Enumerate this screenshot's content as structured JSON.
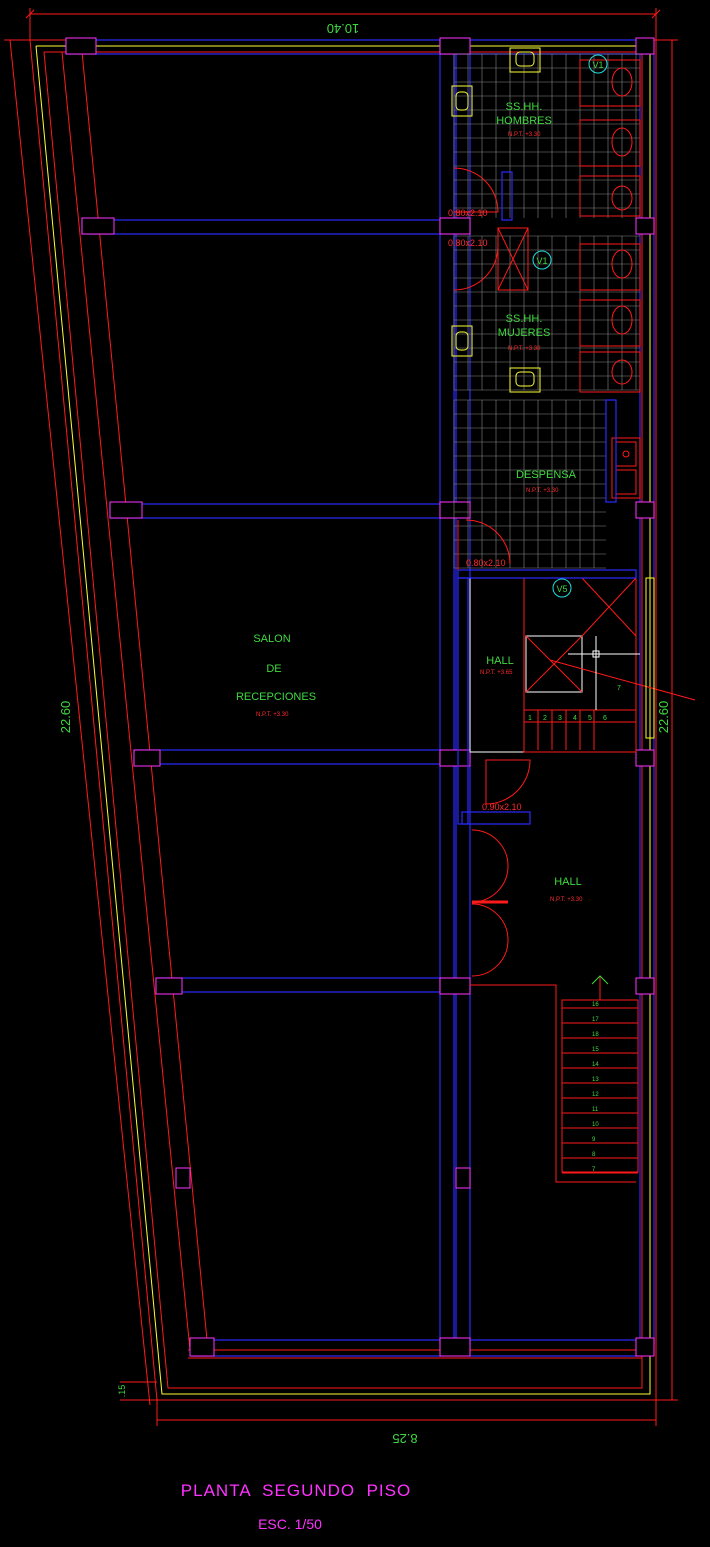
{
  "dimensions": {
    "top_width": "10.40",
    "bottom_width": "8.25",
    "left_height": "22.60",
    "right_height": "22.60",
    "corner_small": ".15"
  },
  "rooms": {
    "ss_hh_hombres": {
      "line1": "SS.HH.",
      "line2": "HOMBRES",
      "level": "N.P.T. +3.30"
    },
    "ss_hh_mujeres": {
      "line1": "SS.HH.",
      "line2": "MUJERES",
      "level": "N.P.T. +3.30"
    },
    "despensa": {
      "name": "DESPENSA",
      "level": "N.P.T. +3.30"
    },
    "salon": {
      "line1": "SALON",
      "line2": "DE",
      "line3": "RECEPCIONES",
      "level": "N.P.T. +3.30"
    },
    "hall_upper": {
      "name": "HALL",
      "level": "N.P.T. +3.65"
    },
    "hall_lower": {
      "name": "HALL",
      "level": "N.P.T. +3.30"
    }
  },
  "door_labels": {
    "d1": "0.80x2.10",
    "d2": "0.80x2.10",
    "d3": "0.80x2.10",
    "d4": "0.90x2.10"
  },
  "window_tags": {
    "v1_top": "V1",
    "v1_mid": "V1",
    "v5": "V5"
  },
  "upper_stair_numbers": [
    "1",
    "2",
    "3",
    "4",
    "5",
    "6",
    "7"
  ],
  "lower_stair_numbers": [
    "16",
    "17",
    "18",
    "15",
    "14",
    "13",
    "12",
    "11",
    "10",
    "9",
    "8",
    "7"
  ],
  "title": "PLANTA  SEGUNDO  PISO",
  "scale": "ESC. 1/50",
  "colors": {
    "wall_red": "#ff1a1a",
    "structure_blue": "#2a2aff",
    "column_magenta": "#ff33ff",
    "text_green": "#3fd93f",
    "title_magenta": "#ff33ff"
  }
}
